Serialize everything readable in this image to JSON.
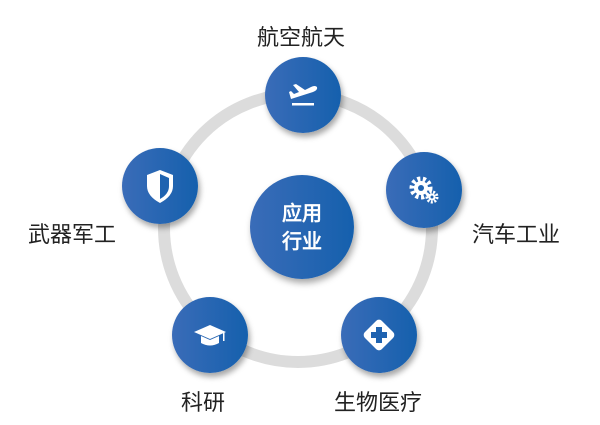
{
  "center": {
    "line1": "应用",
    "line2": "行业"
  },
  "nodes": [
    {
      "label": "航空航天",
      "icon": "airplane-departure-icon"
    },
    {
      "label": "汽车工业",
      "icon": "gears-icon"
    },
    {
      "label": "生物医疗",
      "icon": "medical-cross-icon"
    },
    {
      "label": "科研",
      "icon": "graduation-cap-icon"
    },
    {
      "label": "武器军工",
      "icon": "shield-icon"
    }
  ],
  "colors": {
    "node": "#1f63b0",
    "ring": "#dcdcdc"
  }
}
